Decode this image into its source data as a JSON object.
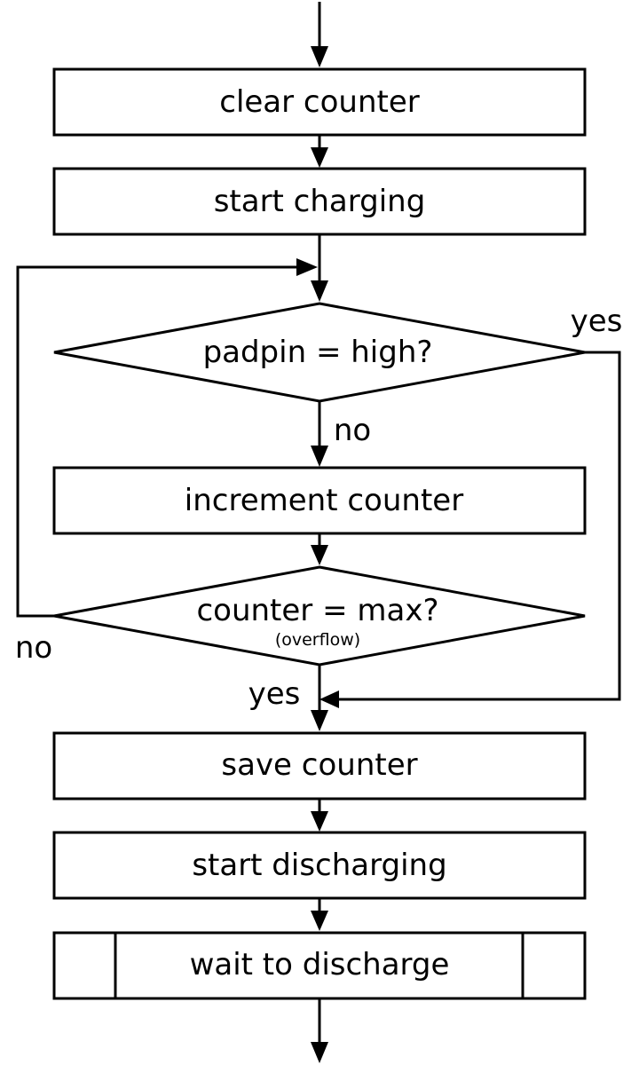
{
  "nodes": {
    "clear_counter": "clear counter",
    "start_charging": "start charging",
    "padpin_decision": "padpin = high?",
    "increment_counter": "increment counter",
    "max_decision": "counter = max?",
    "max_decision_note": "(overflow)",
    "save_counter": "save counter",
    "start_discharging": "start discharging",
    "wait_to_discharge": "wait to discharge"
  },
  "edge_labels": {
    "padpin_yes": "yes",
    "padpin_no": "no",
    "max_no": "no",
    "max_yes": "yes"
  }
}
